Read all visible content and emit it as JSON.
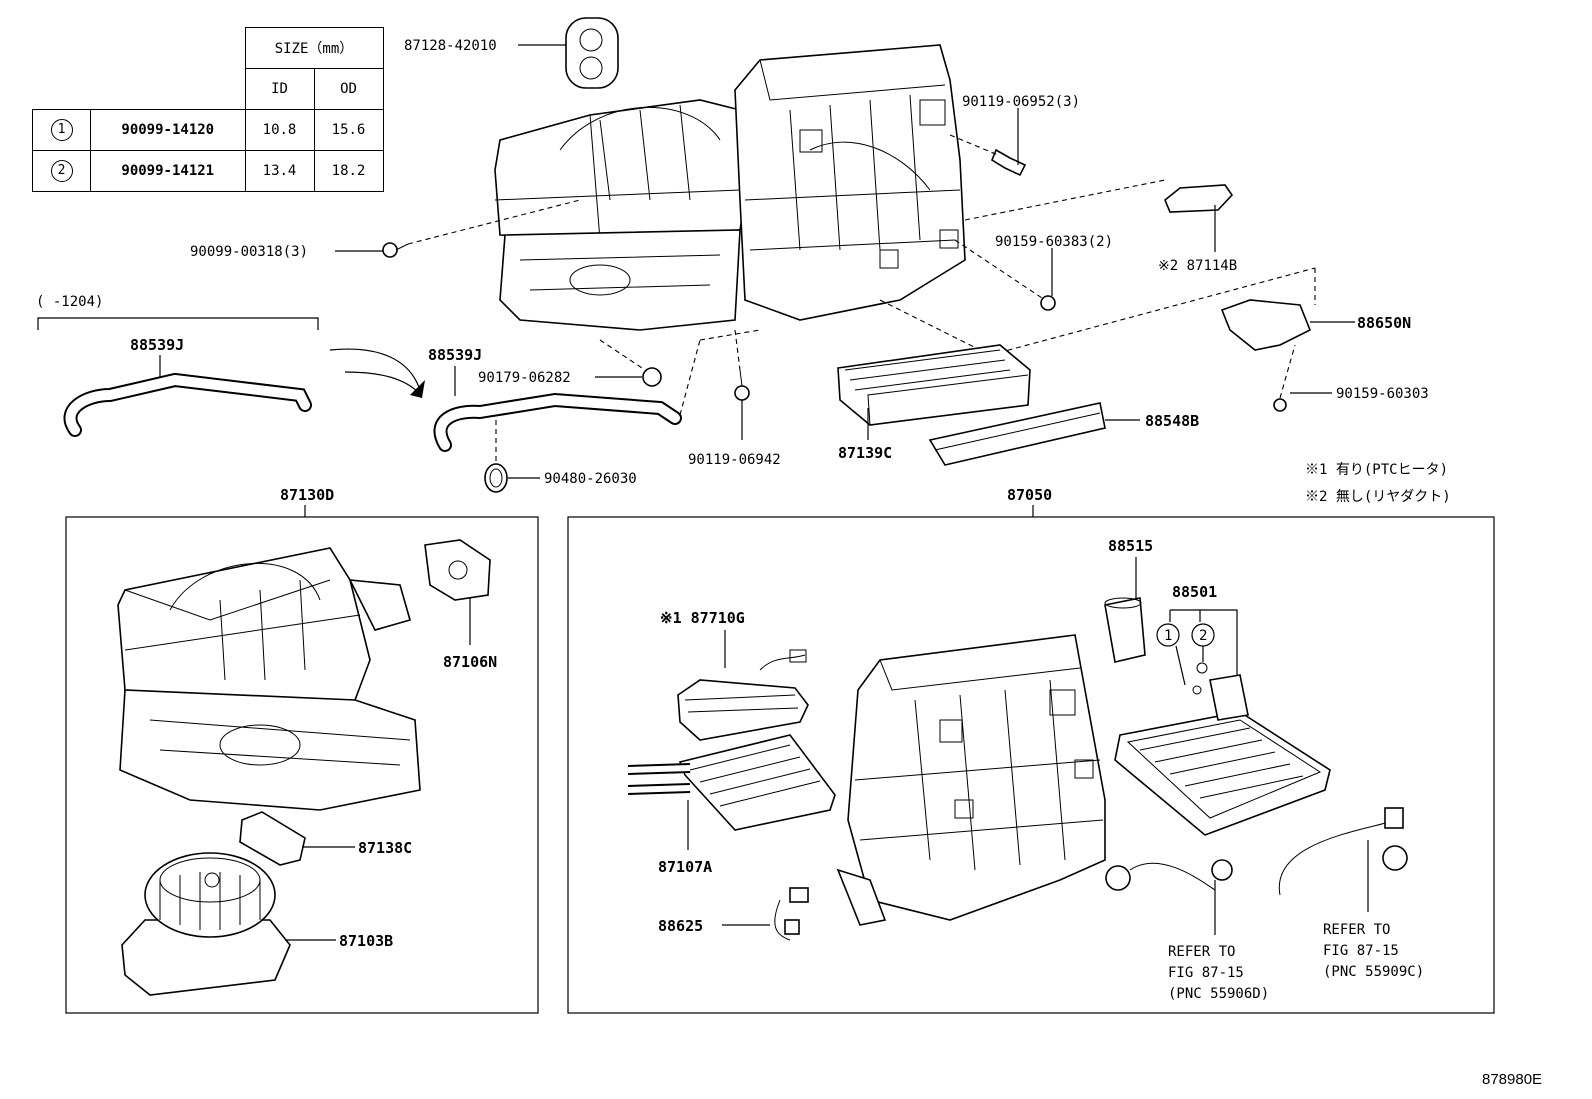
{
  "size_table": {
    "header": "SIZE（mm）",
    "col_id": "ID",
    "col_od": "OD",
    "rows": [
      {
        "mark": "1",
        "part": "90099-14120",
        "id": "10.8",
        "od": "15.6"
      },
      {
        "mark": "2",
        "part": "90099-14121",
        "id": "13.4",
        "od": "18.2"
      }
    ]
  },
  "labels": {
    "p87128": "87128-42010",
    "p90119a": "90119-06952(3)",
    "p90099": "90099-00318(3)",
    "p90159a": "90159-60383(2)",
    "p87114": "※2 87114B",
    "p88650": "88650N",
    "p90159b": "90159-60303",
    "range": "(     -1204)",
    "p88539a": "88539J",
    "p88539b": "88539J",
    "p90179": "90179-06282",
    "p90119b": "90119-06942",
    "p90480": "90480-26030",
    "p87139": "87139C",
    "p88548": "88548B",
    "note1": "※1 有り(PTCヒータ)",
    "note2": "※2 無し(リヤダクト)",
    "p87130": "87130D",
    "p87050": "87050",
    "p87106": "87106N",
    "p87138": "87138C",
    "p87103": "87103B",
    "p88515": "88515",
    "p88501": "88501",
    "mark1": "1",
    "mark2": "2",
    "p87710": "※1 87710G",
    "p87107": "87107A",
    "p88625": "88625",
    "ref1_a": "REFER TO",
    "ref1_b": "FIG 87-15",
    "ref1_c": "(PNC 55906D)",
    "ref2_a": "REFER TO",
    "ref2_b": "FIG 87-15",
    "ref2_c": "(PNC 55909C)",
    "figure_no": "878980E"
  }
}
